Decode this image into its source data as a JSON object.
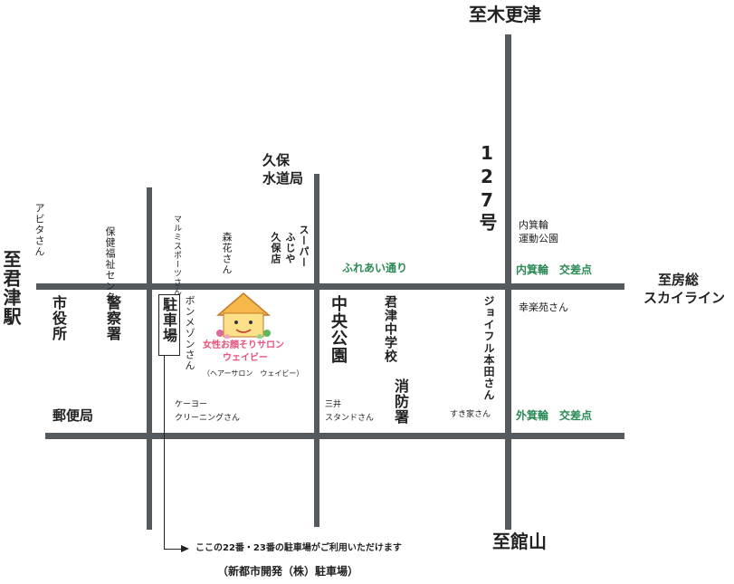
{
  "directions": {
    "north": "至木更津",
    "south": "至館山",
    "west": "至君津駅",
    "east_line1": "至房総",
    "east_line2": "スカイライン"
  },
  "route": "127号",
  "streets": {
    "fureai": "ふれあい通り"
  },
  "intersections": {
    "uchiminowa": "内箕輪　交差点",
    "sotominowa": "外箕輪　交差点"
  },
  "places": {
    "abita": "アビタさん",
    "hoken": "保健福祉センター",
    "marumi": "マルミスポーツさん",
    "morihana": "森花さん",
    "kubo_water_1": "久保",
    "kubo_water_2": "水道局",
    "fujiya_super": "スーパー",
    "fujiya_name": "ふじや",
    "fujiya_store": "久保店",
    "undo_koen_1": "内箕輪",
    "undo_koen_2": "運動公園",
    "city_hall": "市役所",
    "police": "警察署",
    "parking": "駐車場",
    "bonmezon": "ボンメゾンさん",
    "central_park": "中央公園",
    "junior_high": "君津中学校",
    "joyful": "ジョイフル本田さん",
    "kourakuen": "幸楽苑さん",
    "post_office": "郵便局",
    "keiyo": "ケーヨー",
    "keiyo_cleaning": "クリーニングさん",
    "mitsui_1": "三井",
    "mitsui_2": "スタンドさん",
    "fire_station": "消防署",
    "sukiya": "すき家さん"
  },
  "salon": {
    "name": "女性お顔そりサロン",
    "name2": "ウェイビー",
    "sub": "（ヘアーサロン　ウェイビー）"
  },
  "notes": {
    "parking_info": "ここの22番・23番の駐車場がご利用いただけます",
    "parking_owner": "（新都市開発（株）駐車場）"
  },
  "colors": {
    "road": "#555a5e",
    "green": "#2a8a55",
    "pink": "#e8507a"
  }
}
